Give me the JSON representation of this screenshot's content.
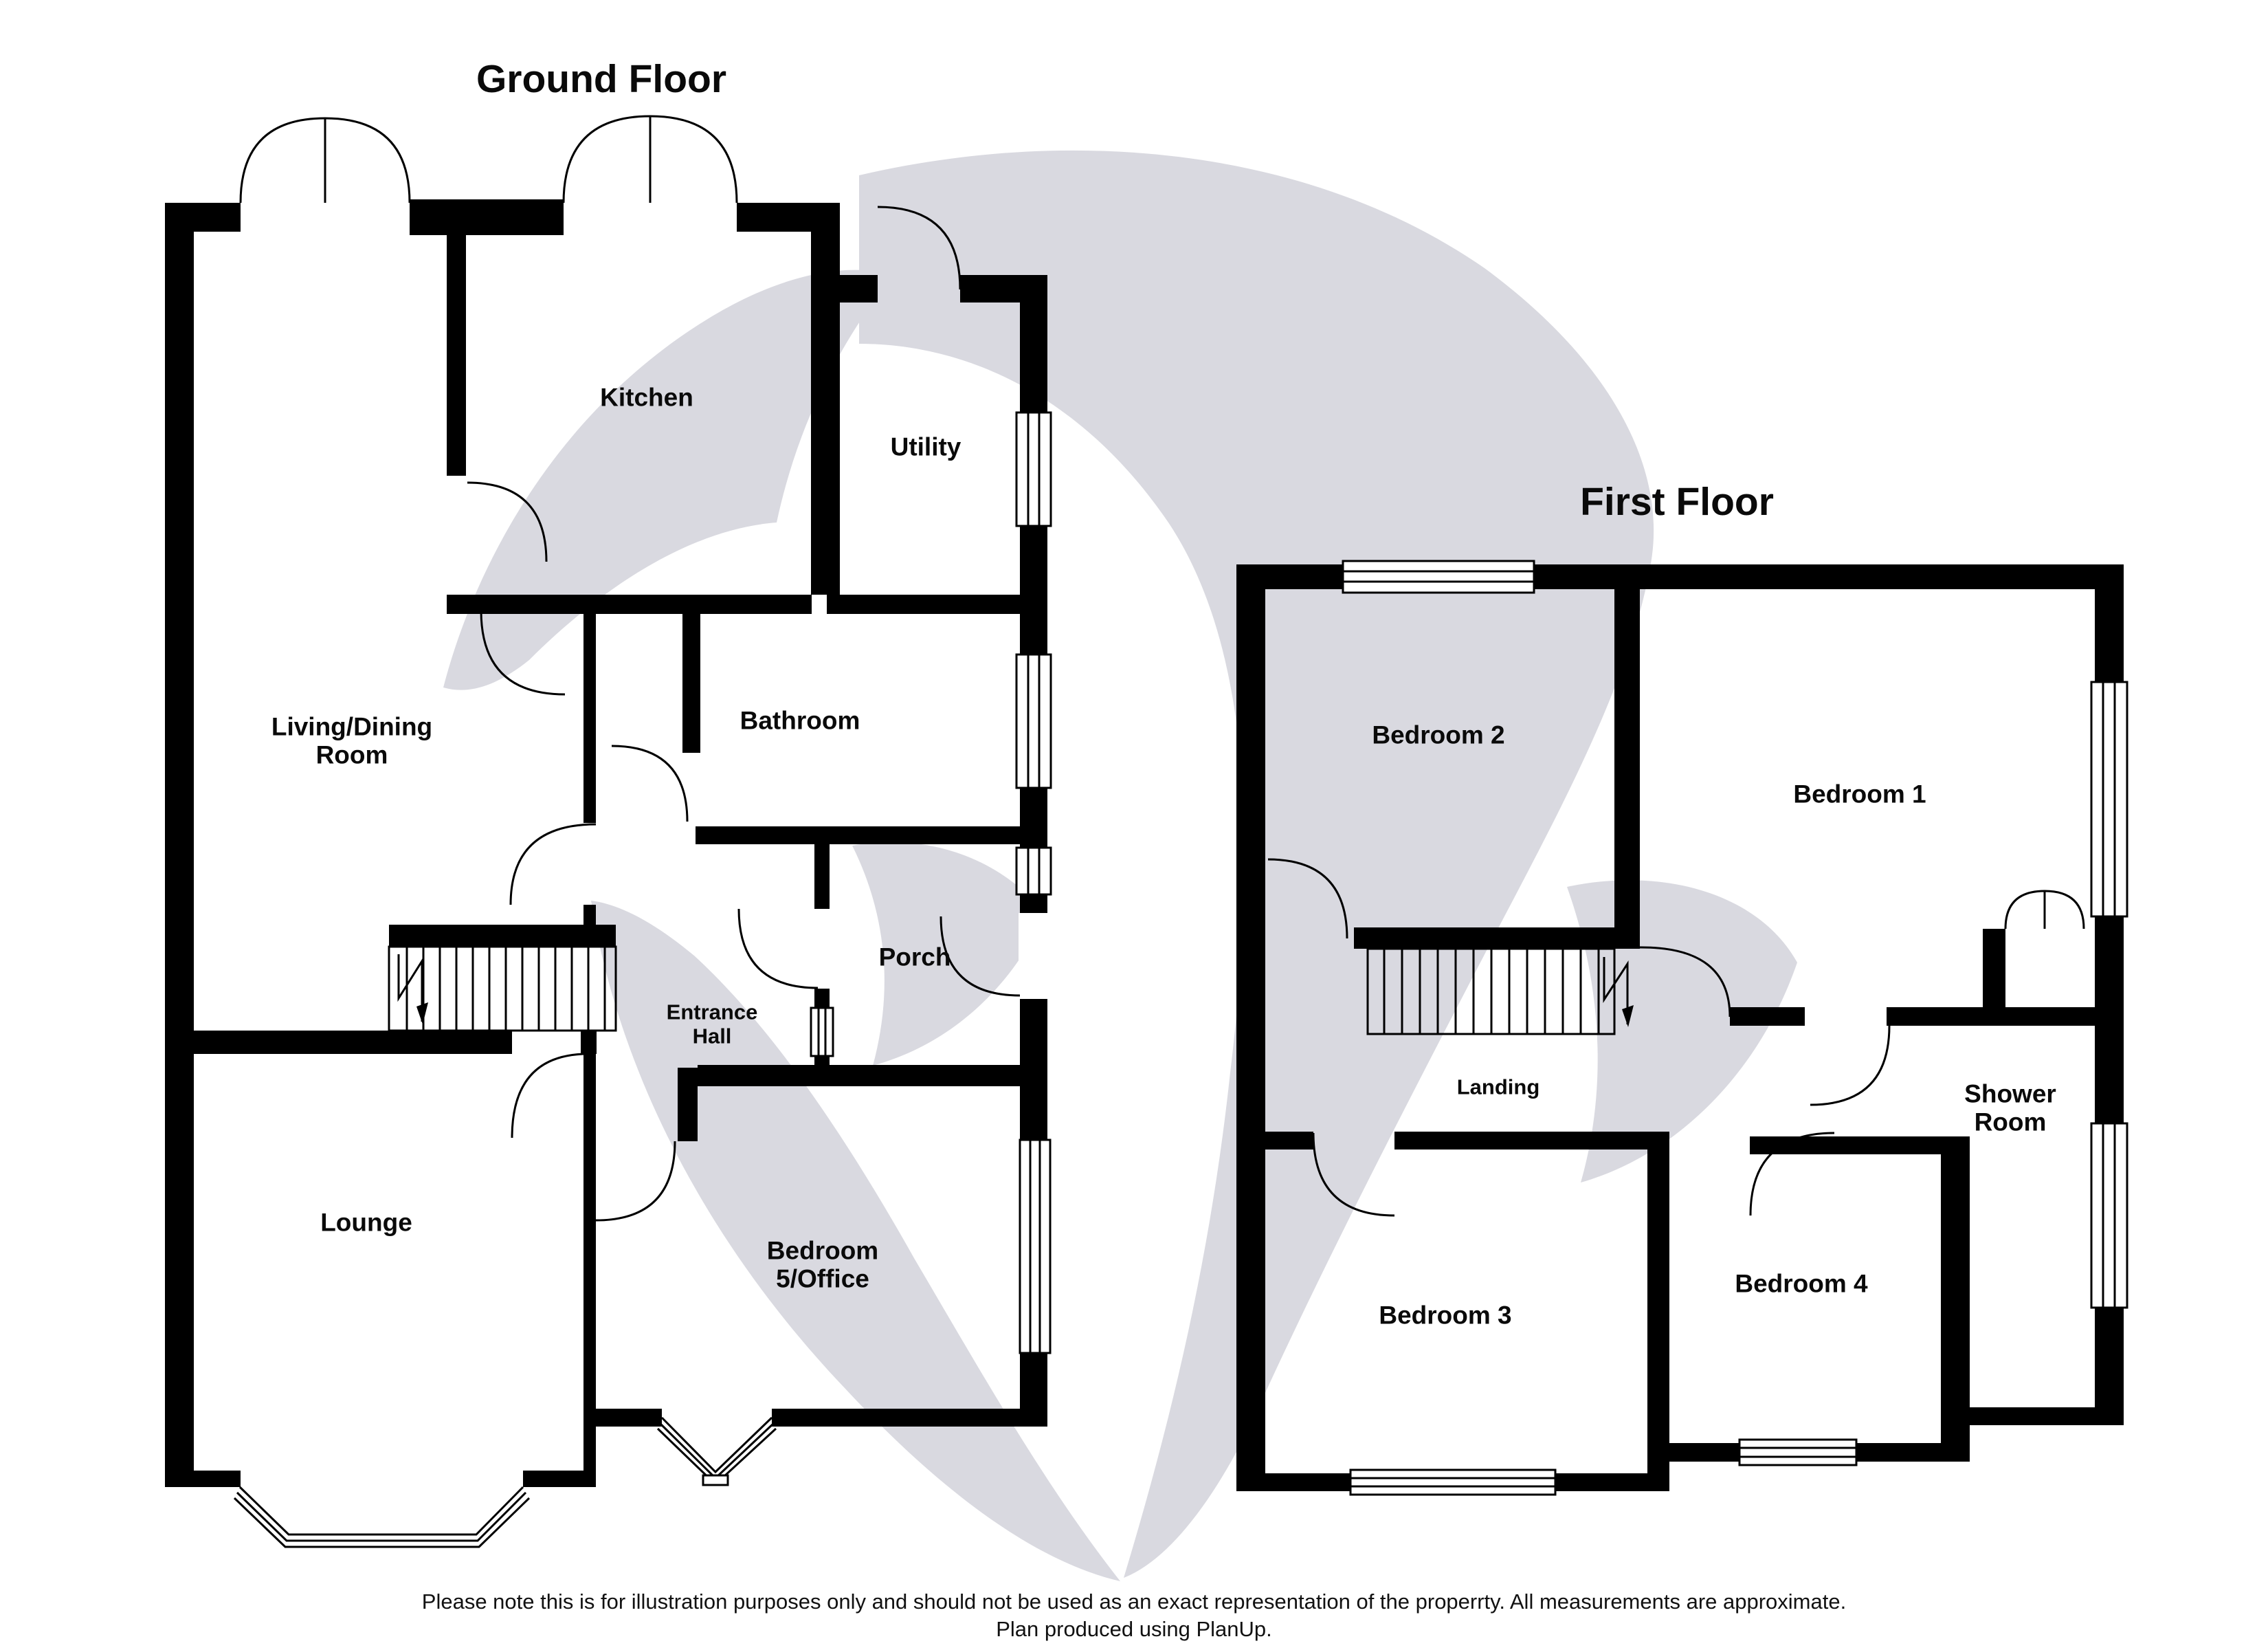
{
  "titles": {
    "ground_floor": "Ground Floor",
    "first_floor": "First Floor"
  },
  "ground_floor": {
    "rooms": {
      "kitchen": "Kitchen",
      "utility": "Utility",
      "living_dining": "Living/Dining\nRoom",
      "bathroom": "Bathroom",
      "porch": "Porch",
      "entrance_hall": "Entrance\nHall",
      "lounge": "Lounge",
      "bedroom5": "Bedroom\n5/Office"
    }
  },
  "first_floor": {
    "rooms": {
      "bedroom2": "Bedroom 2",
      "bedroom1": "Bedroom 1",
      "landing": "Landing",
      "shower_room": "Shower\nRoom",
      "bedroom3": "Bedroom 3",
      "bedroom4": "Bedroom 4"
    }
  },
  "disclaimer": {
    "line1": "Please note this is for illustration purposes only and should not be used as an exact representation of the properrty. All measurements are approximate.",
    "line2": "Plan produced using PlanUp."
  },
  "colors": {
    "watermark": "#d9d9e0",
    "walls": "#000000",
    "background": "#ffffff"
  }
}
